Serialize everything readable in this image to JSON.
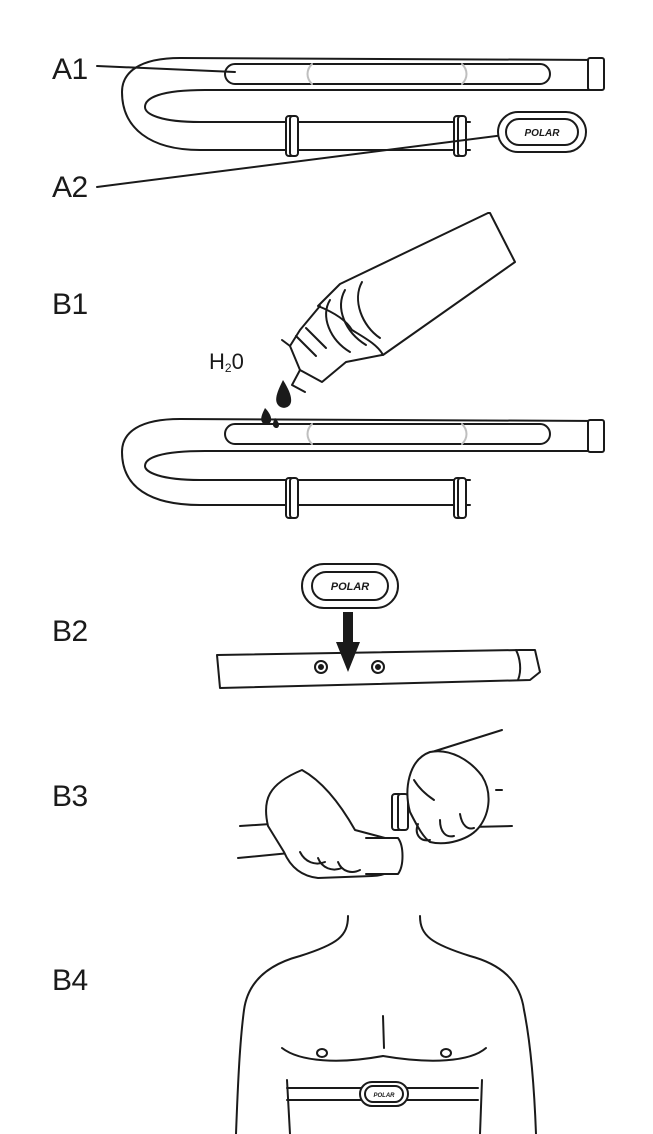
{
  "labels": {
    "a1": "A1",
    "a2": "A2",
    "b1": "B1",
    "b2": "B2",
    "b3": "B3",
    "b4": "B4"
  },
  "water": {
    "main": "H",
    "sub": "2",
    "tail": "0"
  },
  "brand": "POLAR",
  "colors": {
    "line": "#1a1a1a",
    "fill": "#ffffff",
    "shade": "#bfbfbf"
  }
}
